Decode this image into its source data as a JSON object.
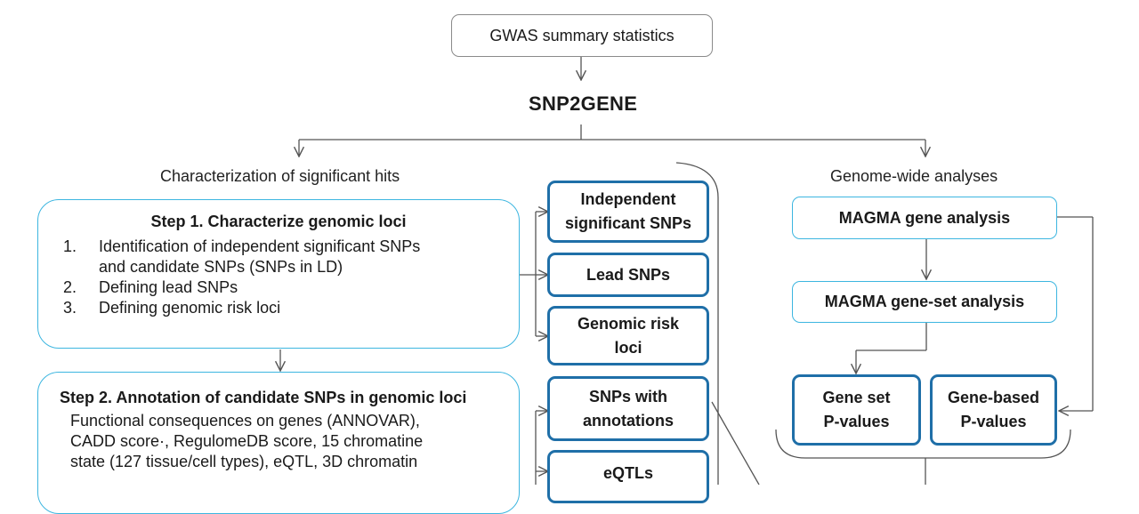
{
  "top_input": "GWAS summary statistics",
  "main_title": "SNP2GENE",
  "left_section_label": "Characterization of significant hits",
  "right_section_label": "Genome-wide analyses",
  "step1": {
    "title": "Step 1. Characterize genomic loci",
    "items": [
      {
        "num": "1.",
        "lines": [
          "Identification of independent significant SNPs",
          "and candidate SNPs (SNPs in LD)"
        ]
      },
      {
        "num": "2.",
        "lines": [
          "Defining lead SNPs"
        ]
      },
      {
        "num": "3.",
        "lines": [
          "Defining genomic risk loci"
        ]
      }
    ]
  },
  "step2": {
    "title": "Step 2. Annotation of candidate SNPs in genomic loci",
    "lines": [
      "Functional consequences on genes (ANNOVAR),",
      "CADD score·, RegulomeDB score, 15 chromatine",
      "state (127 tissue/cell types), eQTL, 3D chromatin"
    ]
  },
  "outputs": [
    {
      "lines": [
        "Independent",
        "significant SNPs"
      ]
    },
    {
      "lines": [
        "Lead SNPs"
      ]
    },
    {
      "lines": [
        "Genomic risk",
        "loci"
      ]
    },
    {
      "lines": [
        "SNPs with",
        "annotations"
      ]
    },
    {
      "lines": [
        "eQTLs"
      ]
    }
  ],
  "magma": {
    "gene_analysis": "MAGMA gene analysis",
    "gene_set_analysis": "MAGMA gene-set analysis",
    "gene_set_pvalues": [
      "Gene set",
      "P-values"
    ],
    "gene_based_pvalues": [
      "Gene-based",
      "P-values"
    ]
  },
  "colors": {
    "step_border": "#3db6e0",
    "output_border": "#1f6fa8",
    "line": "#555555",
    "top_box_border": "#8a8a8a"
  }
}
